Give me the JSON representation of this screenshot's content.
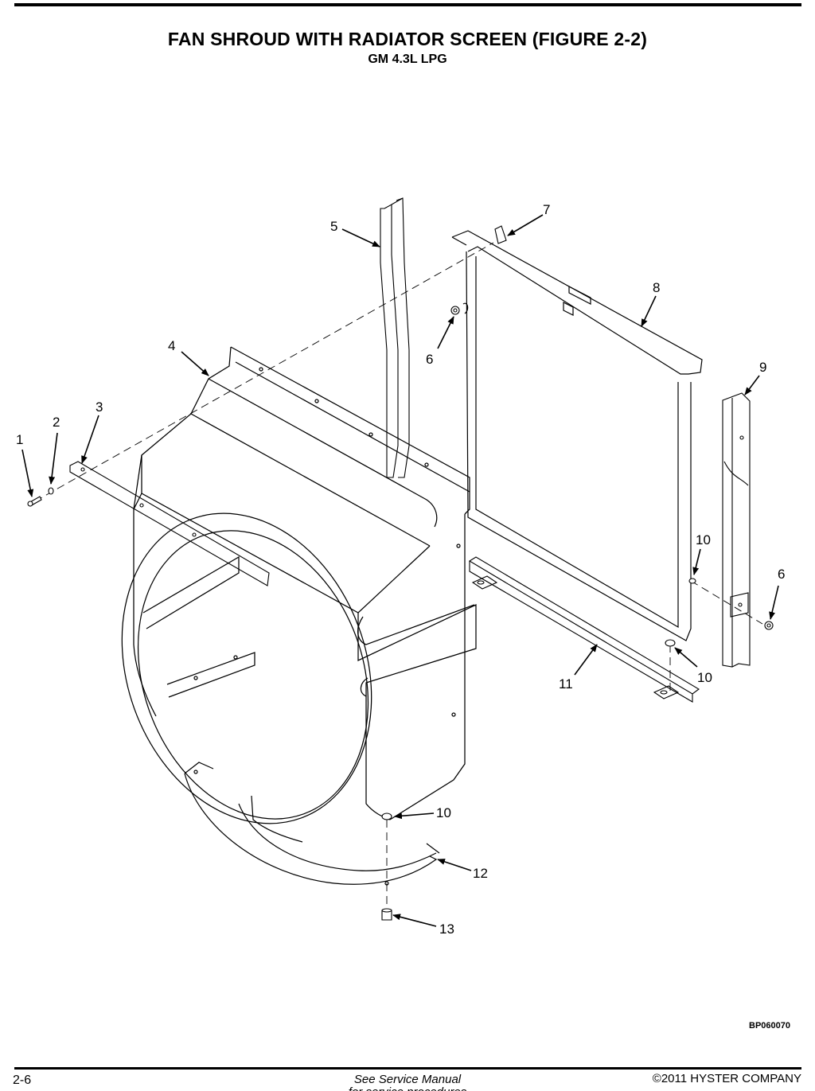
{
  "header": {
    "title": "FAN SHROUD WITH RADIATOR SCREEN (FIGURE 2-2)",
    "subtitle": "GM 4.3L LPG"
  },
  "callouts": [
    "1",
    "2",
    "3",
    "4",
    "5",
    "6",
    "7",
    "8",
    "9",
    "10",
    "11",
    "12",
    "13"
  ],
  "figure_id": "BP060070",
  "footer": {
    "page_number": "2-6",
    "note": "See Service Manual",
    "note_line2": "for service procedures",
    "copyright": "©2011 HYSTER COMPANY"
  }
}
